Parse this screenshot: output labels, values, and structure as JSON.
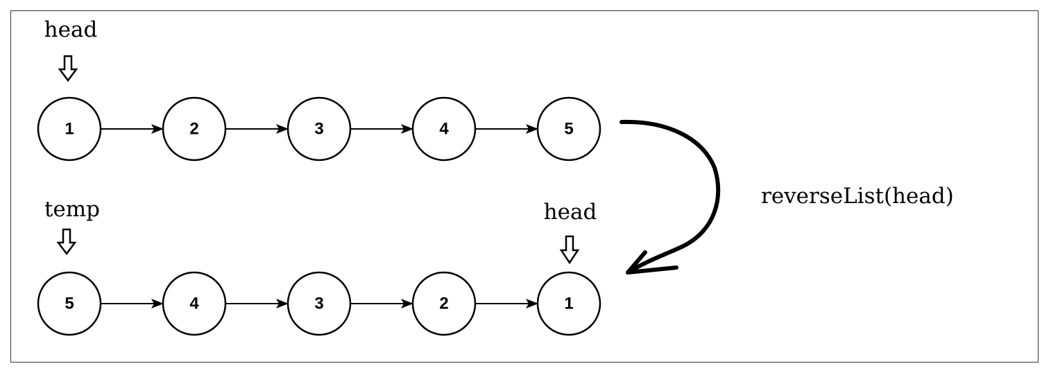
{
  "diagram": {
    "top_list": {
      "nodes": [
        "1",
        "2",
        "3",
        "4",
        "5"
      ],
      "pointer_label": "head"
    },
    "bottom_list": {
      "nodes": [
        "5",
        "4",
        "3",
        "2",
        "1"
      ],
      "start_pointer_label": "temp",
      "end_pointer_label": "head"
    },
    "operation_label": "reverseList(head)"
  }
}
